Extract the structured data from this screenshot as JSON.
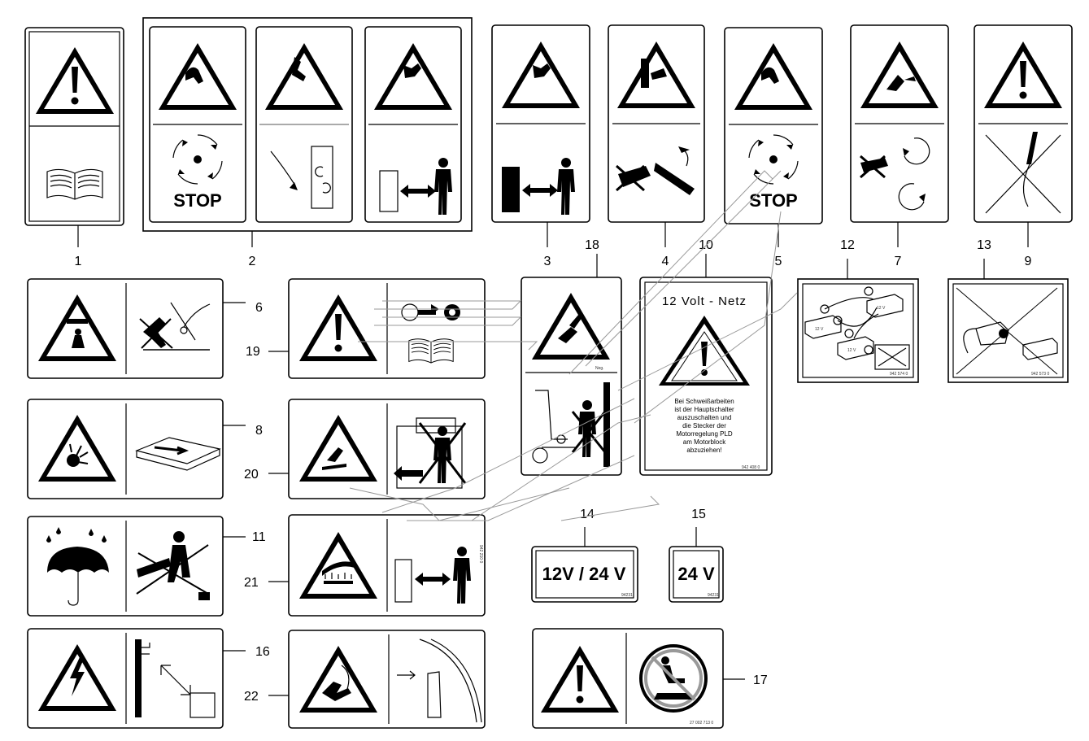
{
  "callouts": [
    "1",
    "2",
    "3",
    "4",
    "5",
    "6",
    "7",
    "8",
    "9",
    "10",
    "11",
    "12",
    "13",
    "14",
    "15",
    "16",
    "17",
    "18",
    "19",
    "20",
    "21",
    "22"
  ],
  "labels": {
    "stop_a": "STOP",
    "stop_b": "STOP",
    "net_title": "12 Volt - Netz",
    "welding_lines": [
      "Bei Schweißarbeiten",
      "ist der Hauptschalter",
      "auszuschalten und",
      "die Stecker der",
      "Motorregelung PLD",
      "am Motorblock",
      "abzuziehen!"
    ],
    "volt_12_24": "12V / 24 V",
    "volt_24": "24 V",
    "batt_12v_a": "12 V",
    "batt_12v_b": "12 V",
    "batt_12v_c": "12 V",
    "code_10": "942 408 0",
    "code_12": "942 574 0",
    "code_13": "942 573 0",
    "code_14": "94231",
    "code_15": "94231",
    "code_17": "27 002 713 0",
    "code_21": "942 210 0"
  }
}
